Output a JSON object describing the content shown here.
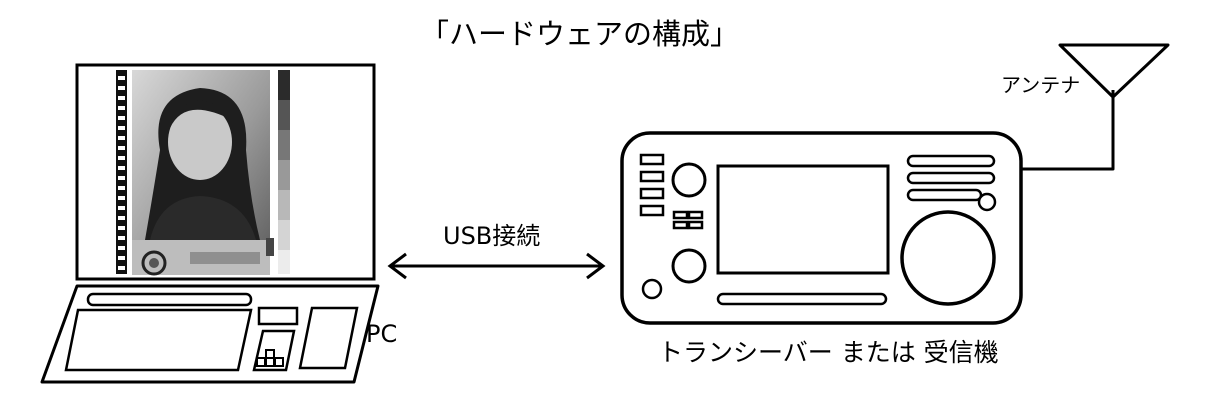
{
  "title": "「ハードウェアの構成」",
  "pc": {
    "label": "PC"
  },
  "connection": {
    "label": "USB接続"
  },
  "antenna": {
    "label": "アンテナ"
  },
  "radio": {
    "label": "トランシーバー または 受信機"
  }
}
